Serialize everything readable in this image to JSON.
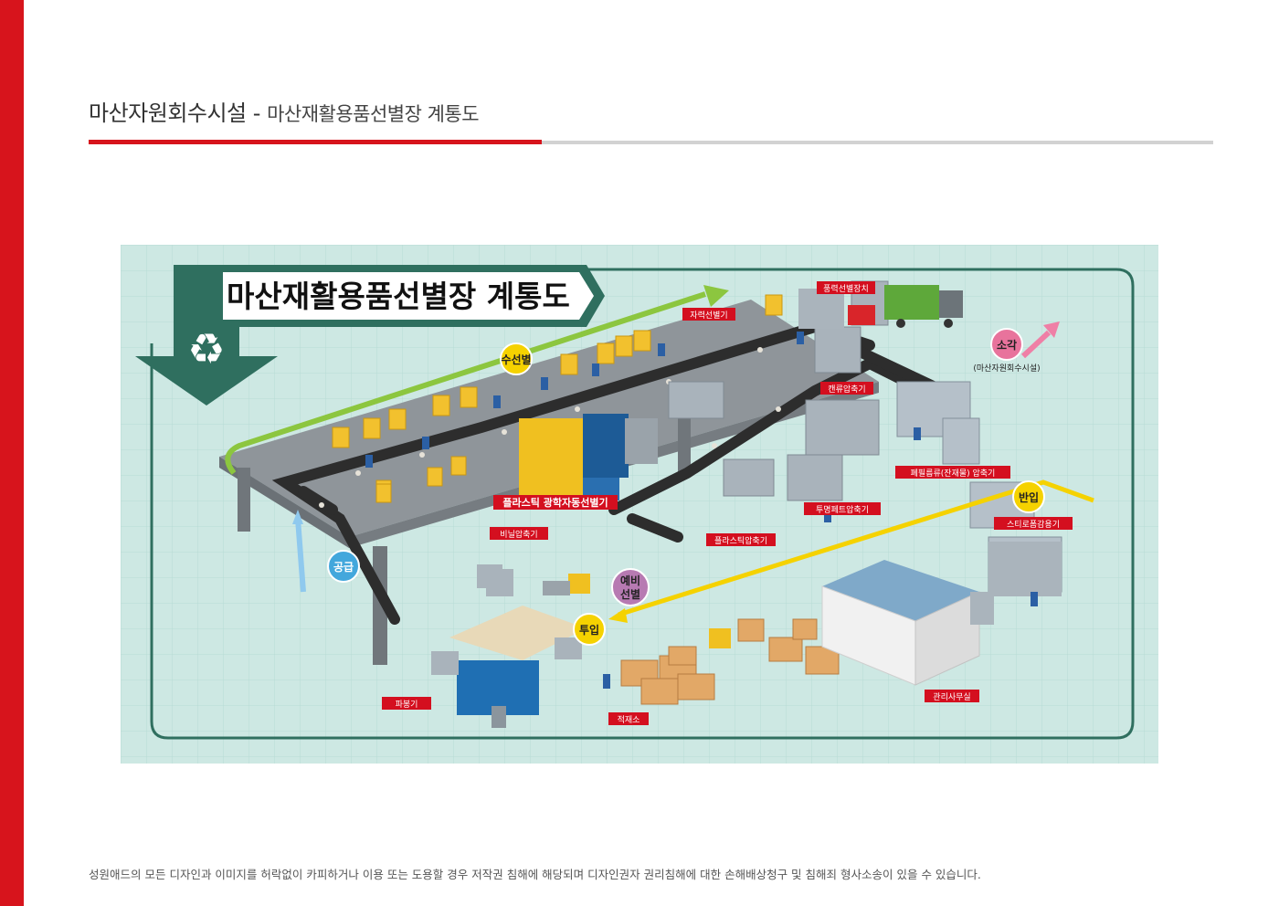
{
  "page": {
    "title_main": "마산자원회수시설",
    "title_sep": " - ",
    "title_sub": "마산재활용품선별장 계통도",
    "footer": "성원애드의 모든 디자인과 이미지를 허락없이 카피하거나 이용 또는 도용할 경우 저작권 침해에 해당되며 디자인권자 권리침해에 대한 손해배상청구 및 침해죄 형사소송이 있을 수 있습니다."
  },
  "diagram": {
    "banner_title": "마산재활용품선별장 계통도",
    "flow_badges": {
      "hand_sort": "수선별",
      "supply": "공급",
      "incineration": "소각",
      "incineration_facility": "(마산자원회수시설)",
      "carry_in": "반입",
      "pre_sort_line1": "예비",
      "pre_sort_line2": "선별",
      "input": "투입"
    },
    "equipment_labels": {
      "magnetic_separator": "자력선별기",
      "wind_separator": "풍력선별장치",
      "can_compressor": "캔류압축기",
      "plastic_optical_sorter": "플라스틱 광학자동선별기",
      "vinyl_compressor": "비닐압축기",
      "plastic_compressor": "플라스틱압축기",
      "clear_pet_compressor": "투명페트압축기",
      "film_residue_compressor": "폐필름류(잔재물) 압축기",
      "styrofoam_reducer": "스티로폼감용기",
      "bag_breaker": "파봉기",
      "storage_yard": "적재소",
      "management_office": "관리사무실"
    },
    "colors": {
      "stripe_red": "#d7141c",
      "diagram_bg": "#cde8e3",
      "frame_green": "#2f6f5f",
      "label_red": "#d40f1f",
      "badge_yellow": "#f5d200",
      "badge_blue": "#43a7dc",
      "badge_pink": "#e8739c",
      "badge_purple": "#b77ab2",
      "arrow_green": "#8cc63f",
      "arrow_blue": "#8fc9ee",
      "arrow_pink": "#ef7fa6",
      "arrow_yellow": "#f5d200"
    }
  }
}
